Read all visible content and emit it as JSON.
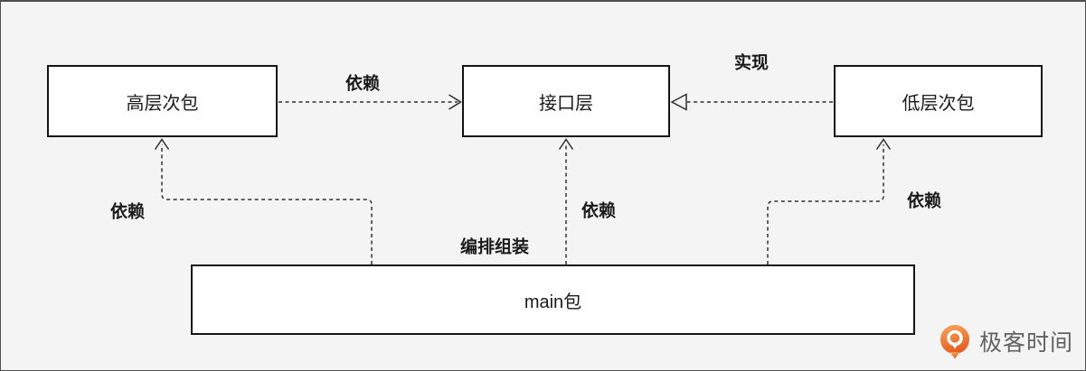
{
  "diagram": {
    "nodes": {
      "high": {
        "label": "高层次包"
      },
      "interface": {
        "label": "接口层"
      },
      "low": {
        "label": "低层次包"
      },
      "main": {
        "label": "main包"
      }
    },
    "edges": [
      {
        "id": "high-to-interface",
        "from": "高层次包",
        "to": "接口层",
        "label": "依赖",
        "line": "dashed",
        "arrowhead": "open"
      },
      {
        "id": "low-to-interface",
        "from": "低层次包",
        "to": "接口层",
        "label": "实现",
        "line": "dashed",
        "arrowhead": "hollow-triangle"
      },
      {
        "id": "main-to-high",
        "from": "main包",
        "to": "高层次包",
        "label": "依赖",
        "line": "dashed",
        "arrowhead": "open"
      },
      {
        "id": "main-to-interface",
        "from": "main包",
        "to": "接口层",
        "label": "依赖",
        "line": "dashed",
        "arrowhead": "open"
      },
      {
        "id": "main-to-low",
        "from": "main包",
        "to": "低层次包",
        "label": "依赖",
        "line": "dashed",
        "arrowhead": "open"
      }
    ],
    "annotation": "编排组装"
  },
  "branding": {
    "logo_text": "极客时间"
  },
  "colors": {
    "background": "#f4f4f4",
    "node_fill": "#ffffff",
    "node_border": "#141414",
    "edge_stroke": "#2f2f2f",
    "frame_border": "#4f4f4f",
    "text": "#1a1a1a",
    "logo_top": "#f9a75b",
    "logo_bottom": "#e55e20",
    "logo_text": "#616161"
  }
}
